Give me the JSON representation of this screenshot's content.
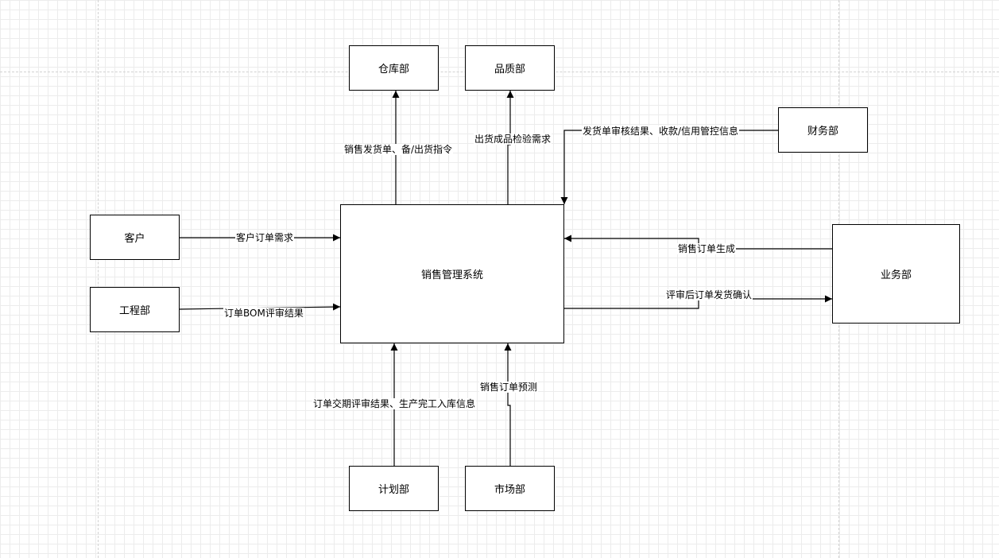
{
  "nodes": {
    "warehouse": "仓库部",
    "quality": "品质部",
    "finance": "财务部",
    "customer": "客户",
    "engineering": "工程部",
    "system": "销售管理系统",
    "business": "业务部",
    "planning": "计划部",
    "marketing": "市场部"
  },
  "edges": {
    "to_warehouse": "销售发货单、备/出货指令",
    "to_quality": "出货成品检验需求",
    "from_finance": "发货单审核结果、收款/信用管控信息",
    "from_customer": "客户订单需求",
    "from_engineering": "订单BOM评审结果",
    "from_business": "销售订单生成",
    "to_business": "评审后订单发货确认",
    "from_planning": "订单交期评审结果、生产完工入库信息",
    "from_marketing": "销售订单预测"
  }
}
